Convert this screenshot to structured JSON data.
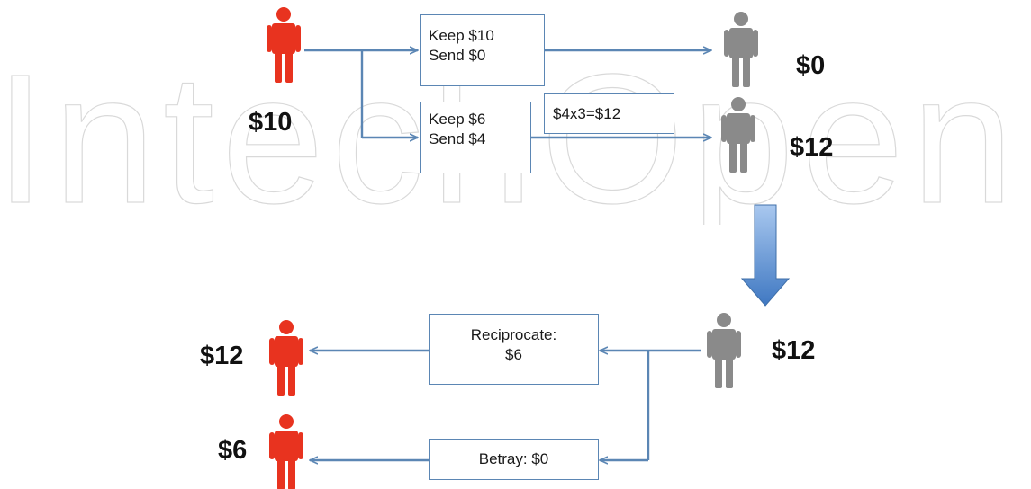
{
  "watermark": "IntechOpen",
  "colors": {
    "investor": "#e8331f",
    "trustee": "#8a8a8a",
    "arrow": "#5b86b4",
    "big_arrow": "#4a7fc4"
  },
  "stage1": {
    "investor_amount": "$10",
    "option_keep_all": {
      "line1": "Keep $10",
      "line2": "Send $0"
    },
    "option_send": {
      "line1": "Keep $6",
      "line2": "Send $4"
    },
    "multiplier": "$4x3=$12",
    "trustee_if_keep_all": "$0",
    "trustee_if_send": "$12"
  },
  "stage2": {
    "trustee_amount": "$12",
    "reciprocate": {
      "line1": "Reciprocate:",
      "line2": "$6"
    },
    "betray": "Betray: $0",
    "investor_if_reciprocate": "$12",
    "investor_if_betray": "$6"
  }
}
